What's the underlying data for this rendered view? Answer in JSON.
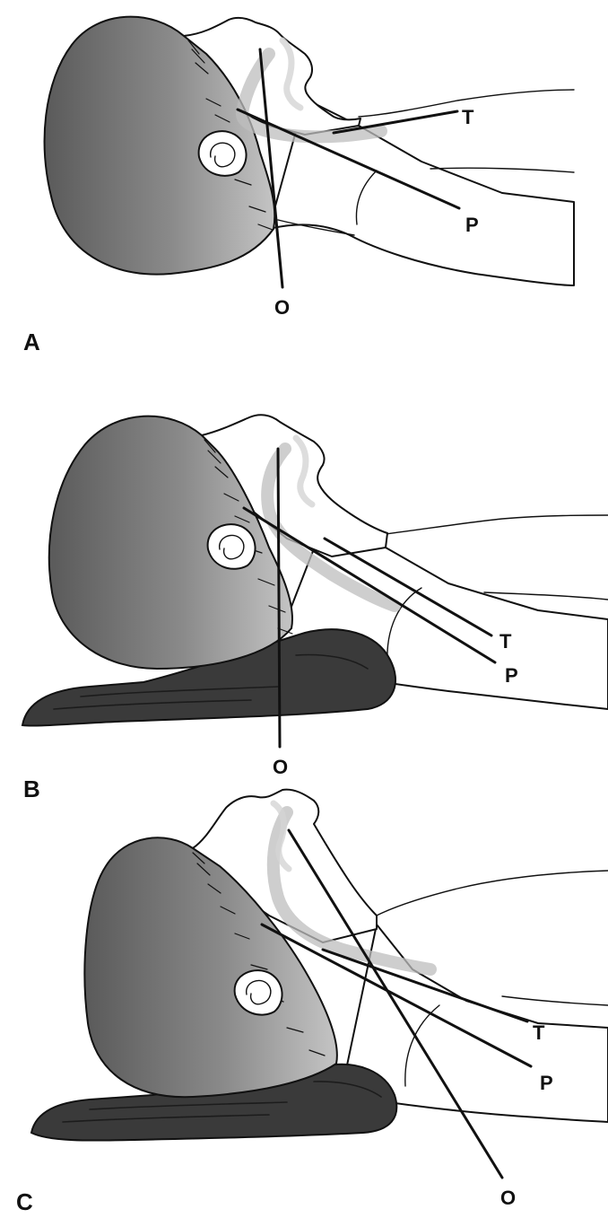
{
  "colors": {
    "head_dark": "#5a5a5a",
    "head_light": "#c4c4c4",
    "pillow": "#3a3a3a",
    "line": "#111111",
    "airway_shade": "#bdbdbd"
  },
  "panels": [
    {
      "letter": "A",
      "axes": {
        "T": "T",
        "P": "P",
        "O": "O"
      },
      "pillow": false
    },
    {
      "letter": "B",
      "axes": {
        "T": "T",
        "P": "P",
        "O": "O"
      },
      "pillow": true
    },
    {
      "letter": "C",
      "axes": {
        "T": "T",
        "P": "P",
        "O": "O"
      },
      "pillow": true
    }
  ]
}
